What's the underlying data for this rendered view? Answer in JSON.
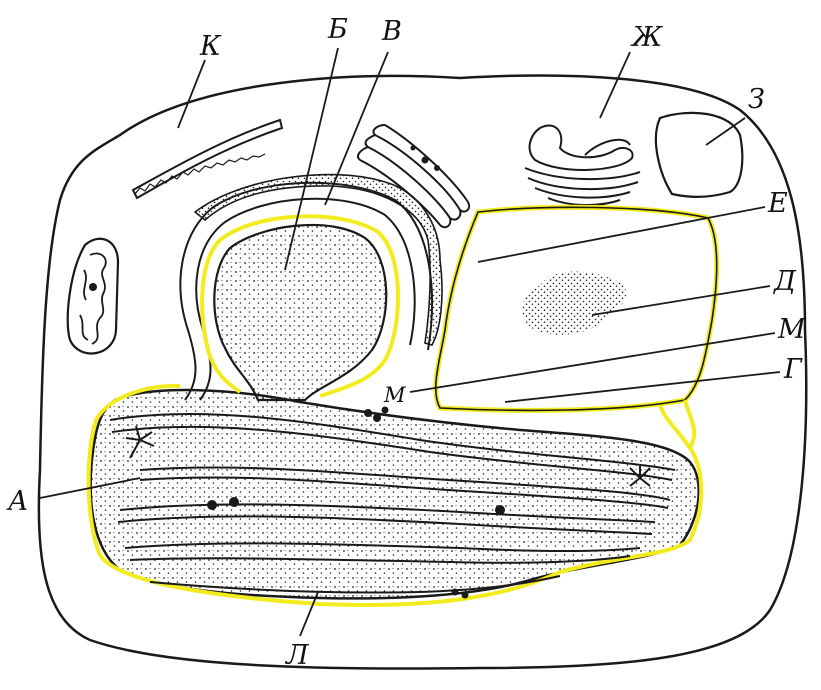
{
  "labels": {
    "A": "А",
    "B": "Б",
    "V": "В",
    "G": "Г",
    "D": "Д",
    "E": "Е",
    "Zh": "Ж",
    "Z": "З",
    "K": "К",
    "L": "Л",
    "M_right": "М",
    "M_inner": "М"
  },
  "colors": {
    "outline": "#1a1a1a",
    "membrane_highlight": "#f2ec1f",
    "stipple": "#222222",
    "background": "#ffffff"
  },
  "icons": {
    "organelle": "line-drawing"
  }
}
